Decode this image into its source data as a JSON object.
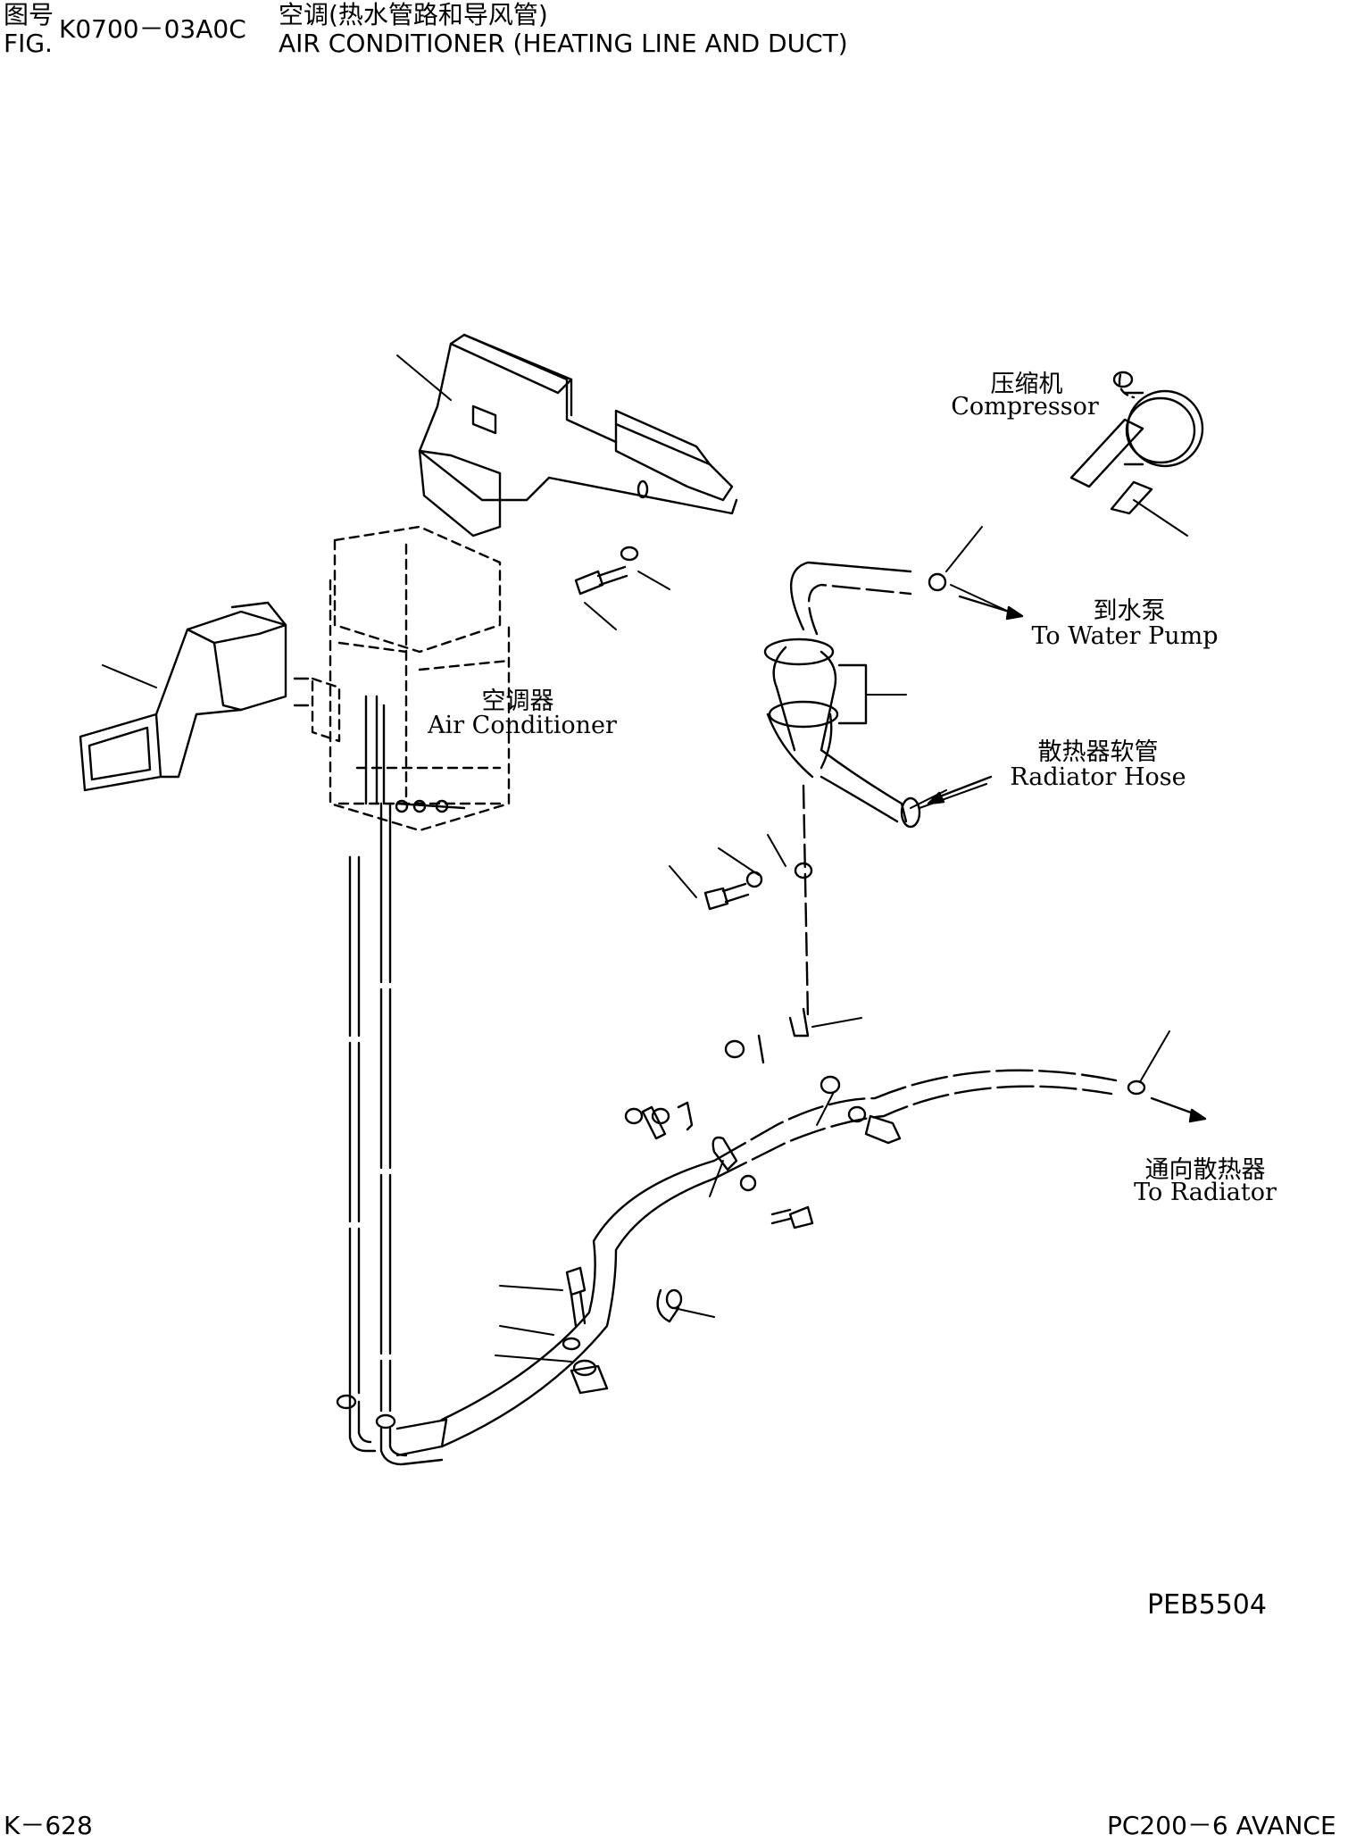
{
  "header": {
    "fig_cn": "图号",
    "fig_en": "FIG.",
    "fig_code": "K0700－03A0C",
    "title_cn": "空调(热水管路和导风管)",
    "title_en": "AIR CONDITIONER (HEATING LINE AND DUCT)"
  },
  "labels": {
    "compressor_cn": "压缩机",
    "compressor_en": "Compressor",
    "water_pump_cn": "到水泵",
    "water_pump_en": "To Water Pump",
    "air_conditioner_cn": "空调器",
    "air_conditioner_en": "Air Conditioner",
    "radiator_hose_cn": "散热器软管",
    "radiator_hose_en": "Radiator Hose",
    "to_radiator_cn": "通向散热器",
    "to_radiator_en": "To Radiator"
  },
  "drawing_code": "PEB5504",
  "footer": {
    "page": "K－628",
    "model": "PC200－6 AVANCE"
  }
}
